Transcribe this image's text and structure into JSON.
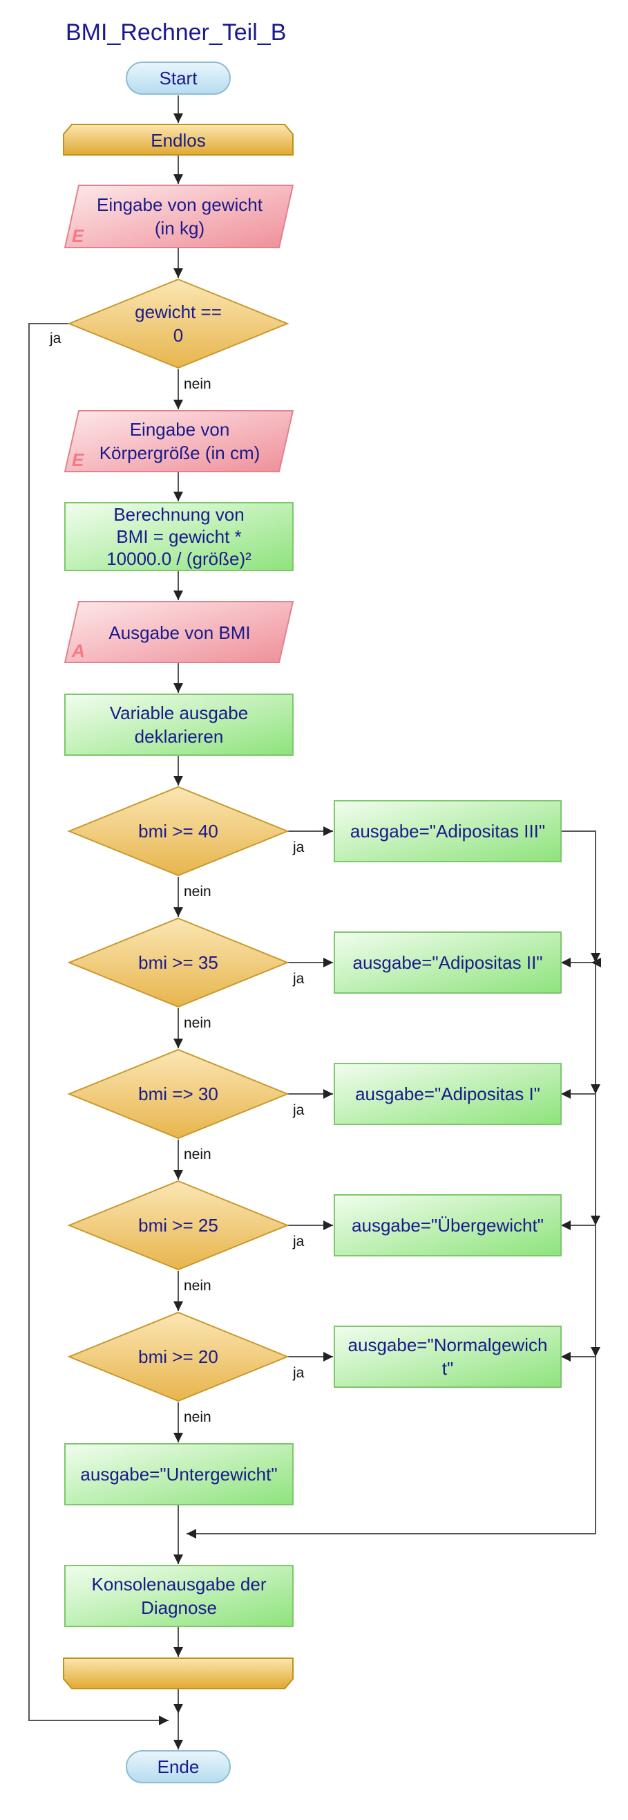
{
  "diagram": {
    "title": "BMI_Rechner_Teil_B",
    "start": "Start",
    "loop_label": "Endlos",
    "end": "Ende",
    "input_weight": [
      "Eingabe von gewicht",
      "(in kg)"
    ],
    "input_marker": "E",
    "decision_weight": [
      "gewicht ==",
      "0"
    ],
    "input_height": [
      "Eingabe von",
      "Körpergröße (in cm)"
    ],
    "calc_bmi": [
      "Berechnung von",
      "BMI = gewicht *",
      "10000.0 / (größe)²"
    ],
    "output_bmi": "Ausgabe von BMI",
    "output_marker": "A",
    "declare_var": [
      "Variable ausgabe",
      "deklarieren"
    ],
    "branch_yes": "ja",
    "branch_no": "nein",
    "decisions": [
      {
        "condition": "bmi >= 40",
        "assignment": [
          "ausgabe=\"Adipositas III\""
        ]
      },
      {
        "condition": "bmi >= 35",
        "assignment": [
          "ausgabe=\"Adipositas II\""
        ]
      },
      {
        "condition": "bmi => 30",
        "assignment": [
          "ausgabe=\"Adipositas I\""
        ]
      },
      {
        "condition": "bmi >= 25",
        "assignment": [
          "ausgabe=\"Übergewicht\""
        ]
      },
      {
        "condition": "bmi >= 20",
        "assignment": [
          "ausgabe=\"Normalgewich",
          "t\""
        ]
      }
    ],
    "default_assignment": "ausgabe=\"Untergewicht\"",
    "console_output": [
      "Konsolenausgabe der",
      "Diagnose"
    ],
    "loop_end_label": ""
  },
  "colors": {
    "text": "#1a1a8c",
    "terminal_fill": "#cfe8f5",
    "loop_fill": "#e9b84a",
    "io_fill": "#f5a6ae",
    "process_fill": "#9ee88f",
    "decision_fill": "#f0c96a"
  }
}
